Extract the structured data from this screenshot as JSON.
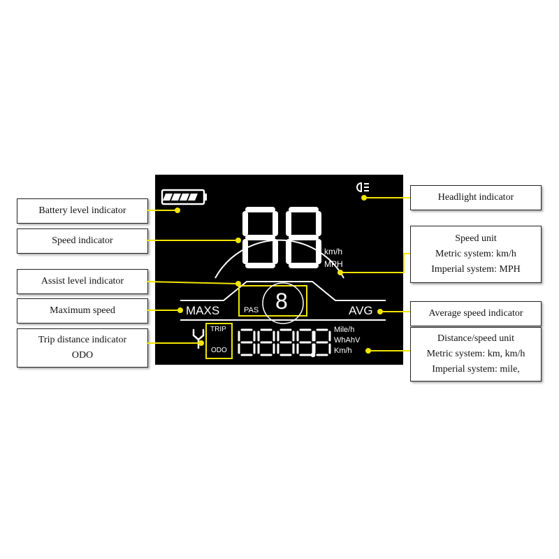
{
  "labels": {
    "battery": "Battery level indicator",
    "speed": "Speed indicator",
    "assist": "Assist level indicator",
    "max_speed": "Maximum speed",
    "trip_line1": "Trip distance indicator",
    "trip_line2": "ODO",
    "headlight": "Headlight indicator",
    "speed_unit_title": "Speed unit",
    "speed_unit_metric": "Metric system: km/h",
    "speed_unit_imperial": "Imperial system: MPH",
    "avg_speed": "Average speed indicator",
    "dist_unit_title": "Distance/speed unit",
    "dist_unit_metric": "Metric system: km, km/h",
    "dist_unit_imperial": "Imperial system: mile,"
  },
  "display": {
    "kmh": "km/h",
    "mph": "MPH",
    "maxs": "MAXS",
    "avg": "AVG",
    "pas": "PAS",
    "pas_digit": "8",
    "trip": "TRIP",
    "odo": "ODO",
    "unit_mile": "Mile/h",
    "unit_wh": "WhAhV",
    "unit_km": "Km/h"
  },
  "colors": {
    "accent": "#f2e600",
    "lcd_bg": "#000000",
    "segment": "#ffffff"
  },
  "icons": {
    "battery": "battery-icon",
    "headlight": "headlight-icon",
    "wrench": "wrench-icon"
  }
}
